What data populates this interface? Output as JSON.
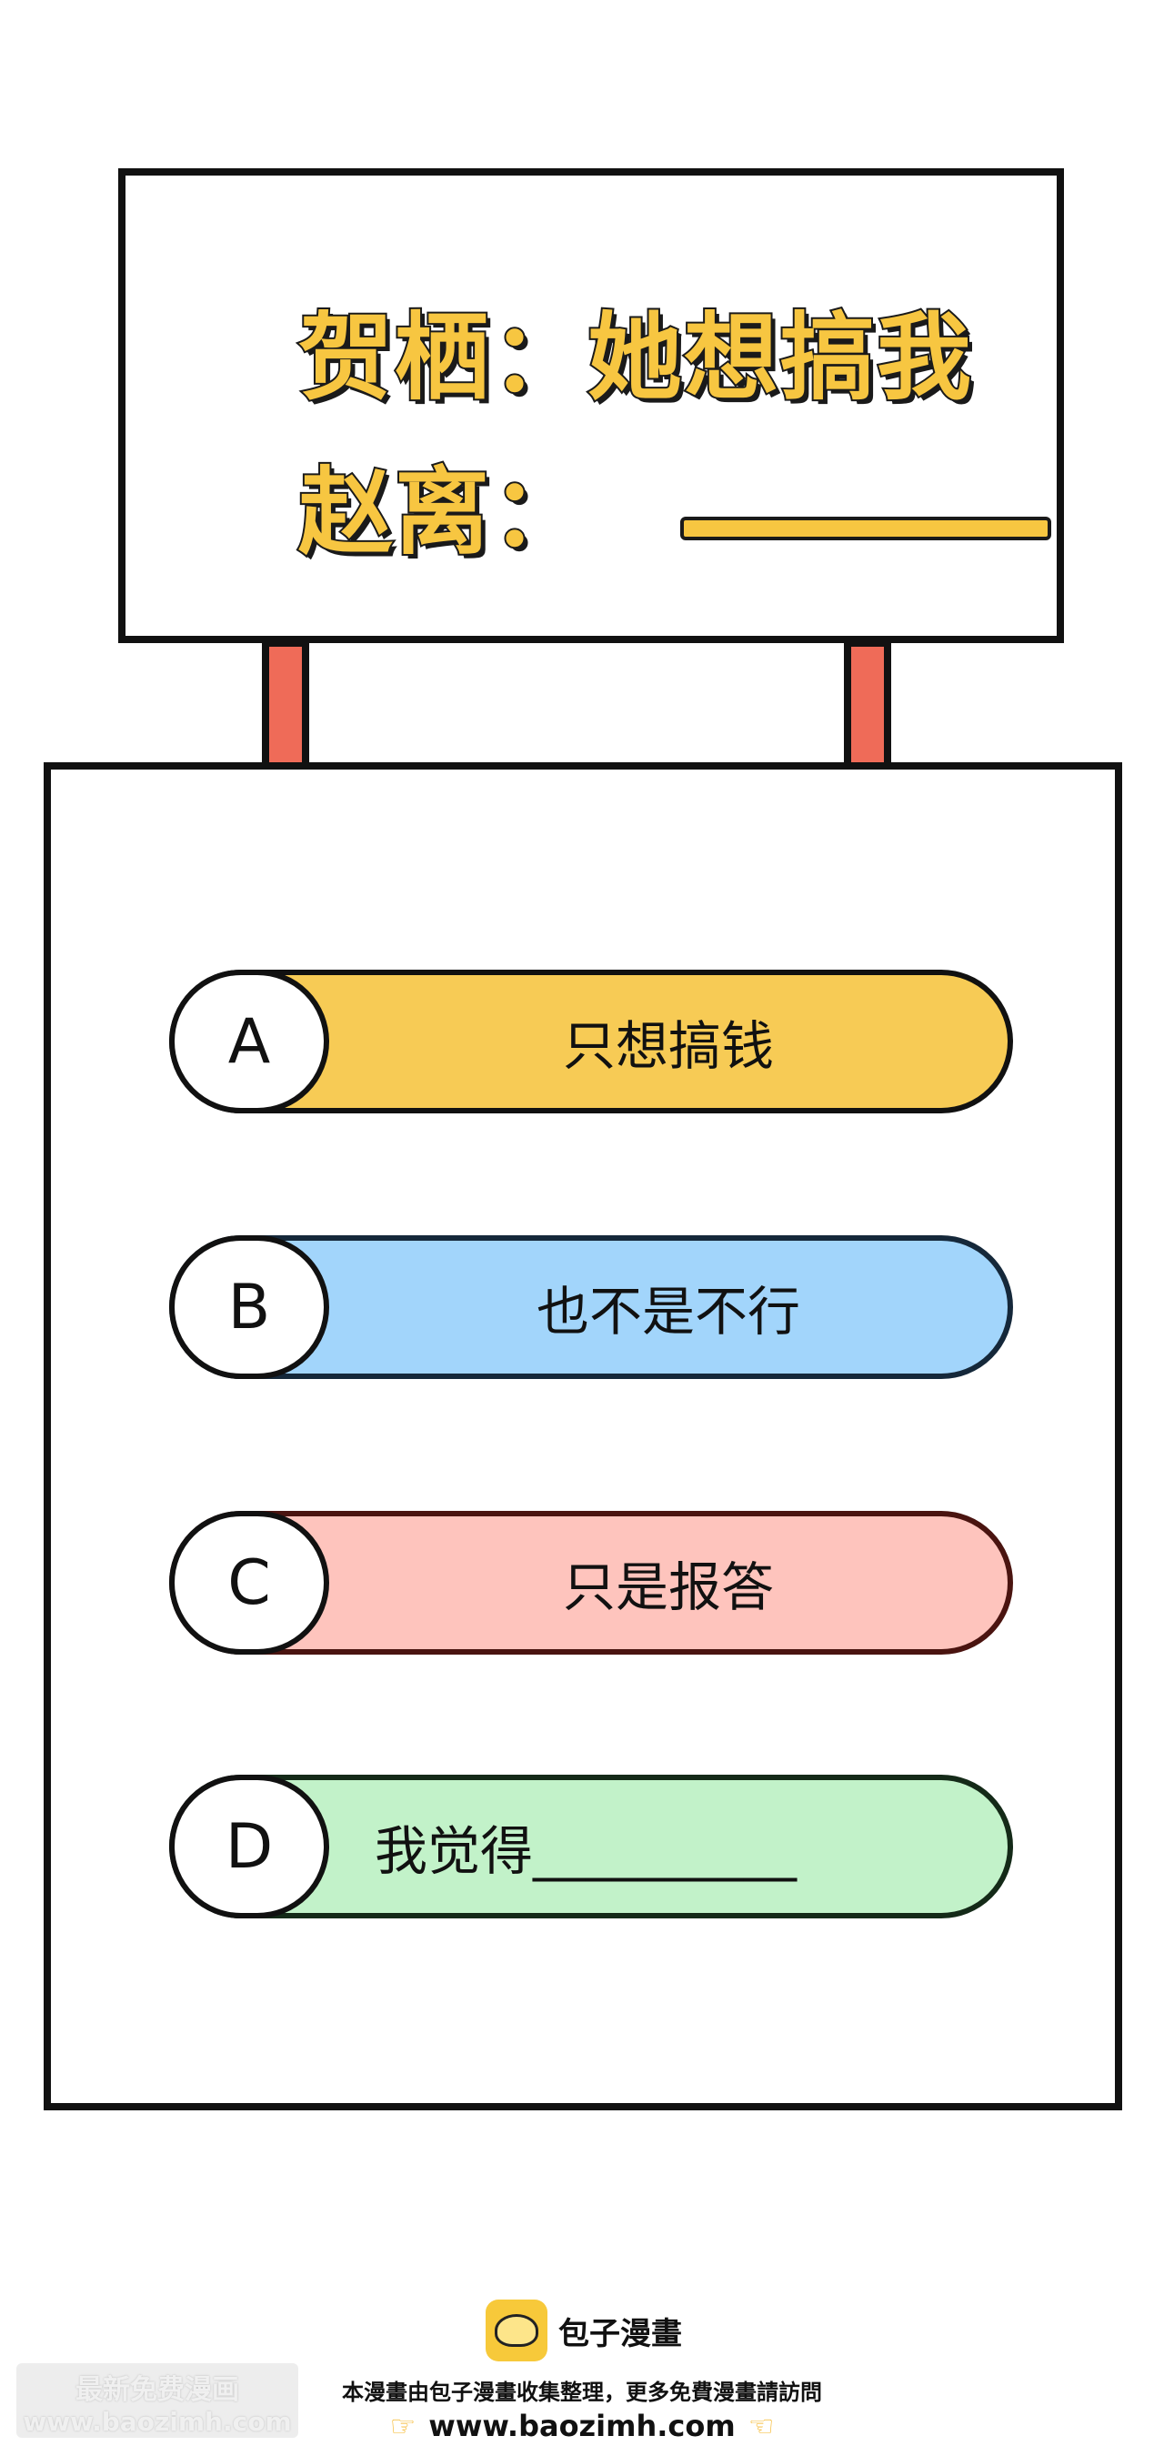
{
  "sign": {
    "line1": "贺栖：她想搞我",
    "line2": "赵离："
  },
  "options": [
    {
      "letter": "A",
      "text": "只想搞钱",
      "color": "#f7cb55"
    },
    {
      "letter": "B",
      "text": "也不是不行",
      "color": "#a2d5fb"
    },
    {
      "letter": "C",
      "text": "只是报答",
      "color": "#fec4bd"
    },
    {
      "letter": "D",
      "text": "我觉得__________",
      "color": "#c2f2c9"
    }
  ],
  "footer": {
    "logo_text": "包子漫畫",
    "notice": "本漫畫由包子漫畫收集整理，更多免費漫畫請訪問",
    "url": "www.baozimh.com",
    "watermark_line1": "最新免费漫画",
    "watermark_line2": "www.baozimh.com",
    "logo_icon": "bun-icon",
    "hand_icon_left": "pointing-right-hand-icon",
    "hand_icon_right": "pointing-left-hand-icon"
  }
}
